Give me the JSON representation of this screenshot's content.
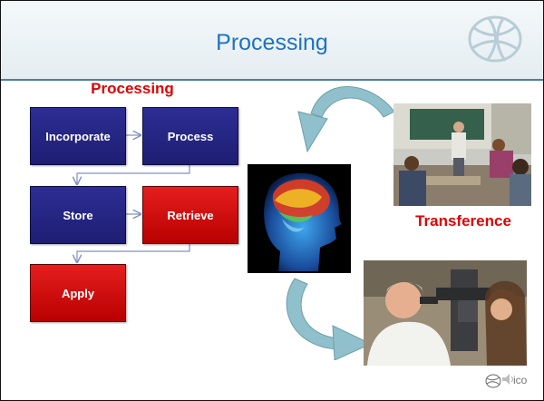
{
  "slide": {
    "title": "Processing",
    "flow_title": "Processing",
    "boxes": {
      "incorporate": "Incorporate",
      "process": "Process",
      "store": "Store",
      "retrieve": "Retrieve",
      "apply": "Apply"
    },
    "transference_label": "Transference",
    "footer_logo_text": "ico"
  },
  "colors": {
    "title_blue": "#1f73c0",
    "label_red": "#e00000",
    "box_blue": "#1e1e73",
    "box_red": "#c00000",
    "arrow_teal": "#7fb5c2"
  },
  "icons": [
    "globe-logo-icon",
    "flow-arrow",
    "curved-arrow",
    "speaker-icon"
  ]
}
